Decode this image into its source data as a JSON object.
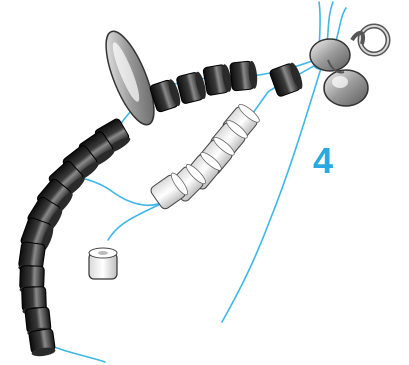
{
  "step": {
    "number": "4"
  },
  "colors": {
    "thread": "#3fb8e8",
    "step_number": "#29a9e1",
    "bead_dark": "#1c1c1c",
    "bead_light": "#f2f2f2",
    "metal": "#c8c8c8"
  },
  "icons": {
    "clasp": "lobster-clasp-with-jump-ring",
    "bead_cap": "oval-metal-bead-cap"
  }
}
